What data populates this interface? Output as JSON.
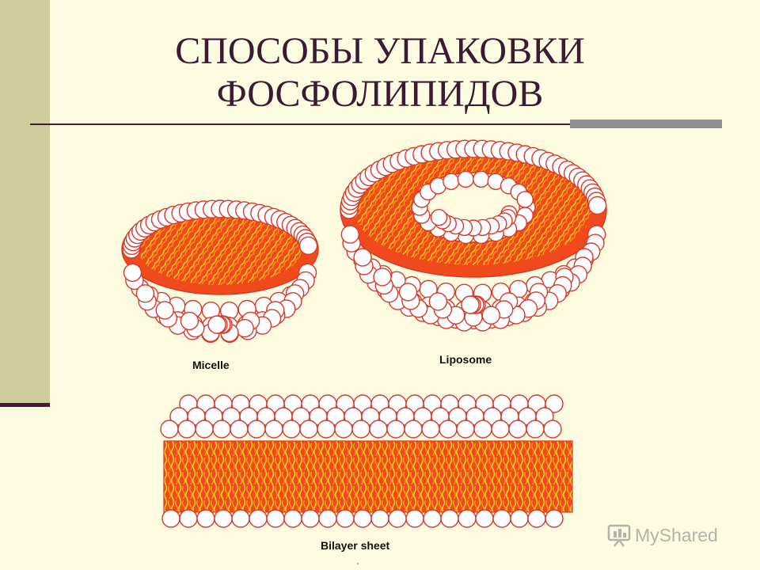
{
  "title": {
    "line1": "СПОСОБЫ УПАКОВКИ",
    "line2": "ФОСФОЛИПИДОВ"
  },
  "diagram": {
    "micelle_label": "Micelle",
    "liposome_label": "Liposome",
    "bilayer_label": "Bilayer sheet"
  },
  "watermark": {
    "text": "MyShared"
  },
  "colors": {
    "background": "#fdfbe0",
    "sidebar": "#cfcc9c",
    "head_fill": "#ffffff",
    "head_stroke": "#d63a2a",
    "tail_orange": "#f04a1c",
    "tail_yellow": "#ffd21a",
    "title": "#3a1b33"
  }
}
